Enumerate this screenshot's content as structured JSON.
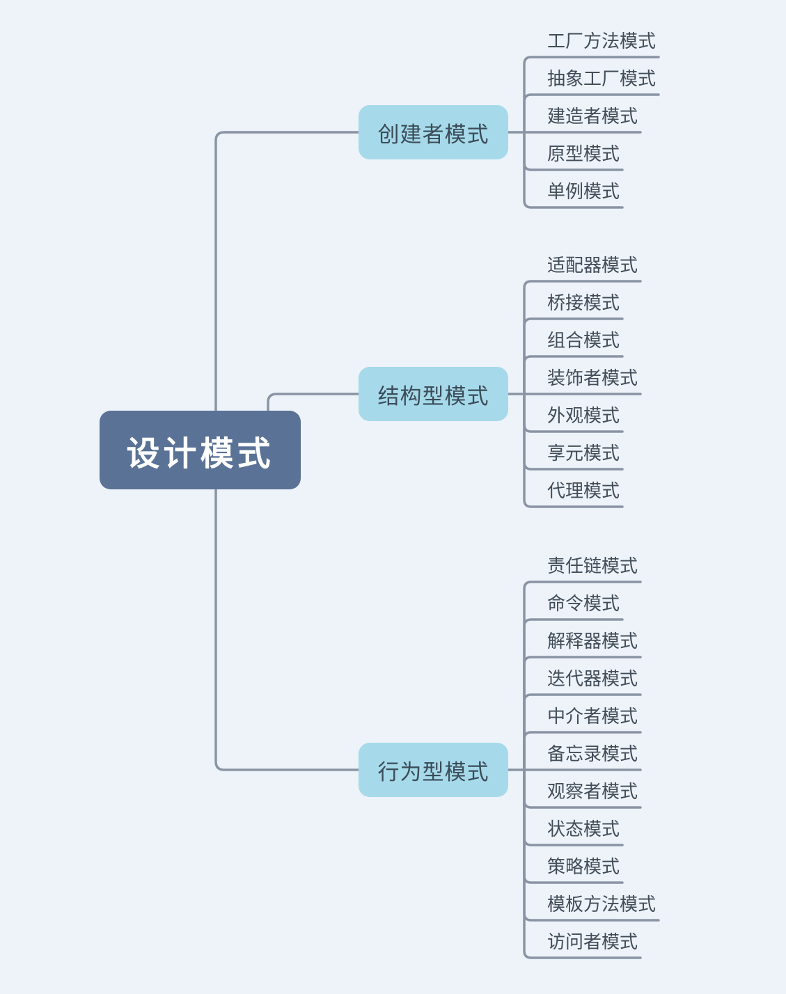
{
  "root": {
    "label": "设计模式"
  },
  "branches": [
    {
      "label": "创建者模式",
      "children": [
        "工厂方法模式",
        "抽象工厂模式",
        "建造者模式",
        "原型模式",
        "单例模式"
      ]
    },
    {
      "label": "结构型模式",
      "children": [
        "适配器模式",
        "桥接模式",
        "组合模式",
        "装饰者模式",
        "外观模式",
        "享元模式",
        "代理模式"
      ]
    },
    {
      "label": "行为型模式",
      "children": [
        "责任链模式",
        "命令模式",
        "解释器模式",
        "迭代器模式",
        "中介者模式",
        "备忘录模式",
        "观察者模式",
        "状态模式",
        "策略模式",
        "模板方法模式",
        "访问者模式"
      ]
    }
  ],
  "colors": {
    "background": "#edf3f9",
    "root_fill": "#5a7296",
    "root_text": "#ffffff",
    "branch_fill": "#a6daea",
    "branch_text": "#3c4c58",
    "leaf_text": "#424d59",
    "connector": "#8a94a4"
  }
}
